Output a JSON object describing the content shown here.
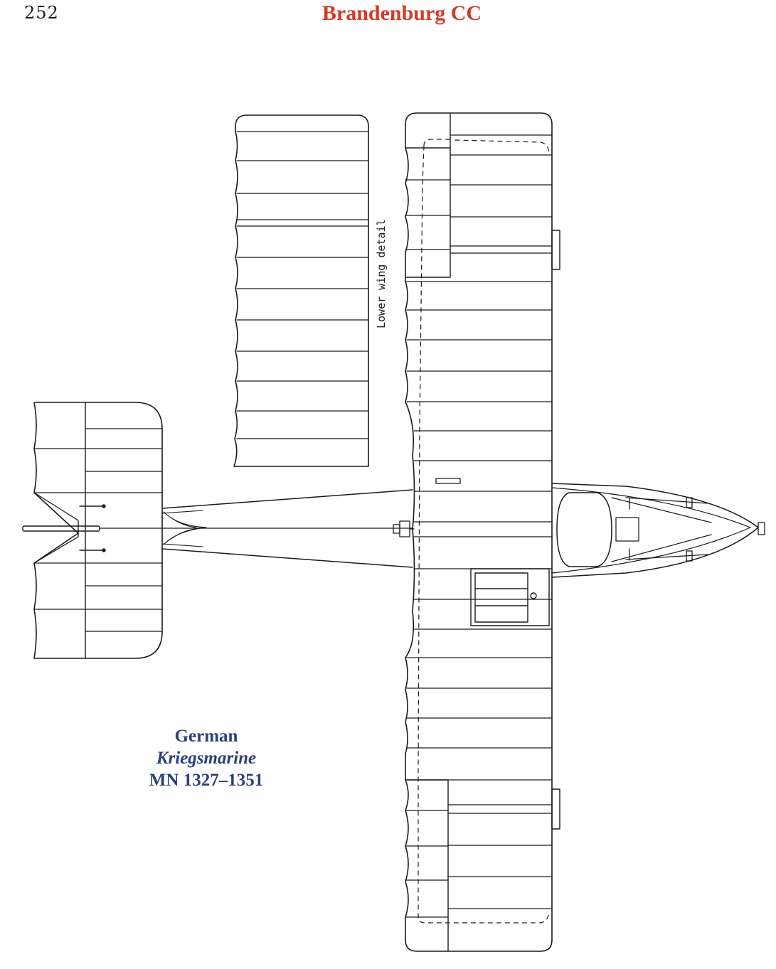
{
  "header": {
    "page_number": "252",
    "title": "Brandenburg CC"
  },
  "drawing": {
    "inset_label": "Lower wing detail",
    "line_color": "#1a1a1a"
  },
  "caption": {
    "line1": "German",
    "line2": "Kriegsmarine",
    "line3": "MN 1327–1351",
    "color": "#2a3f7c"
  },
  "colors": {
    "title": "#d23a2a",
    "caption": "#2a3f7c"
  }
}
